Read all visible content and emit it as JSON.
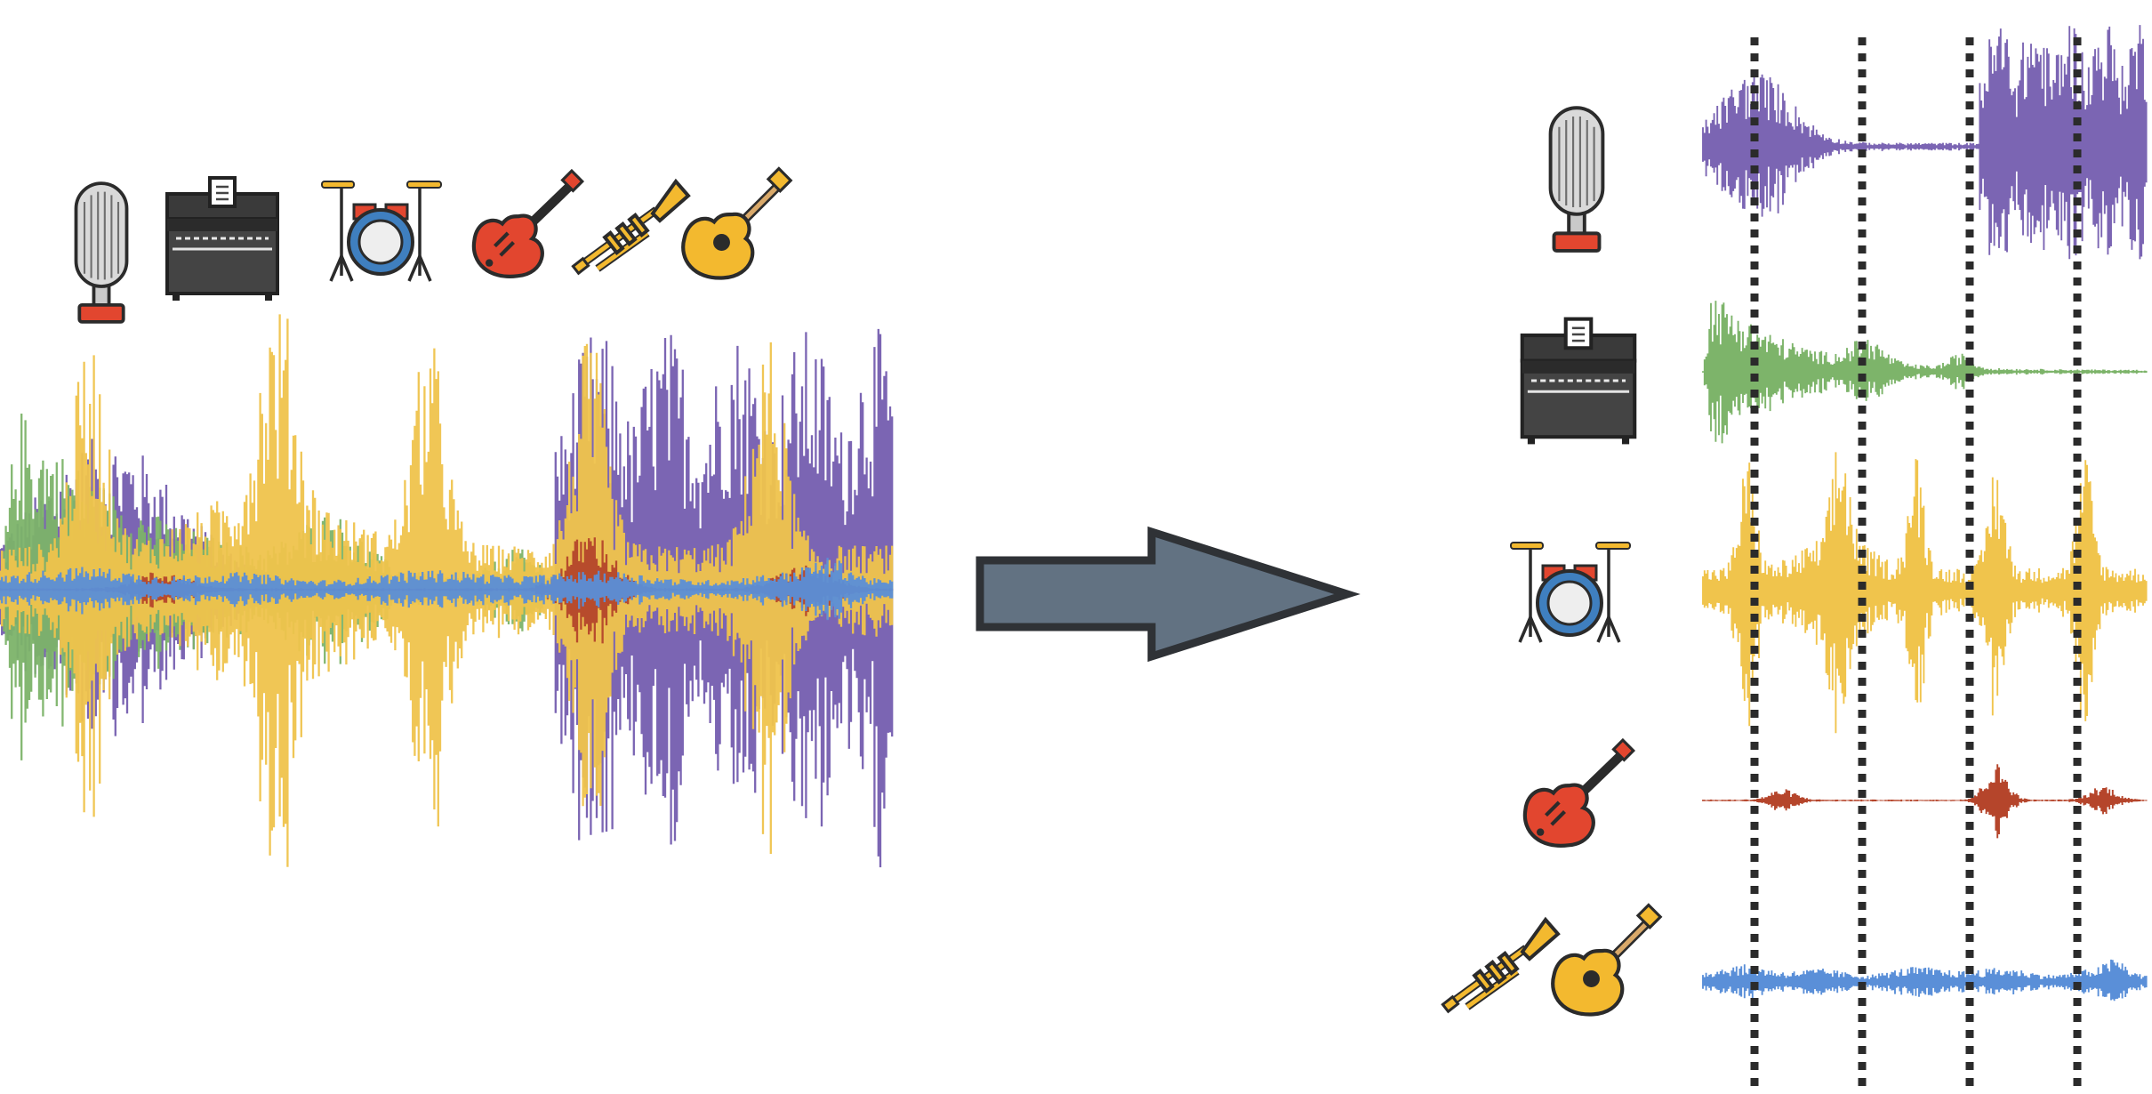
{
  "colors": {
    "vocals": "#7b65b3",
    "piano": "#7db46a",
    "drums": "#f0c44c",
    "guitar": "#b5452b",
    "other": "#5a8fd8",
    "arrow_fill": "#627282",
    "arrow_stroke": "#2f3236",
    "beat_line": "#2b2b2b"
  },
  "mixture": {
    "icons": [
      "microphone-icon",
      "piano-icon",
      "drum-kit-icon",
      "electric-guitar-icon",
      "trumpet-icon",
      "acoustic-guitar-icon"
    ],
    "layers": [
      "vocals",
      "piano",
      "drums",
      "guitar",
      "other"
    ]
  },
  "stems": [
    {
      "source": "vocals",
      "icons": [
        "microphone-icon"
      ]
    },
    {
      "source": "piano",
      "icons": [
        "piano-icon"
      ]
    },
    {
      "source": "drums",
      "icons": [
        "drum-kit-icon"
      ]
    },
    {
      "source": "guitar",
      "icons": [
        "electric-guitar-icon"
      ]
    },
    {
      "source": "other",
      "icons": [
        "trumpet-icon",
        "acoustic-guitar-icon"
      ]
    }
  ],
  "beat_markers": 4
}
